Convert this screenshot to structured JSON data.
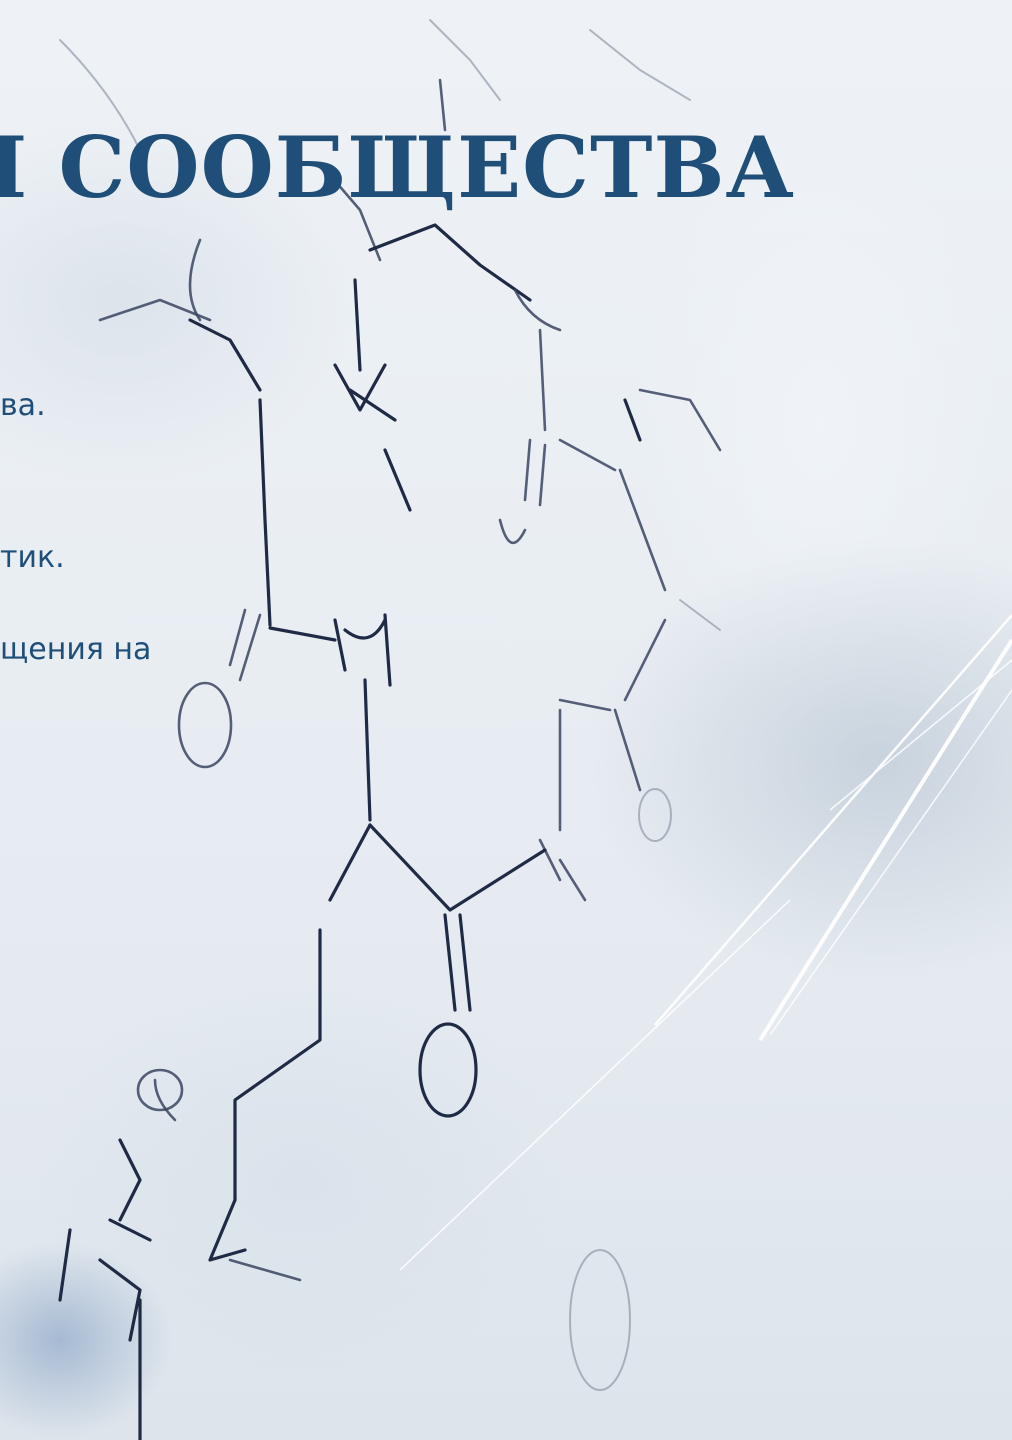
{
  "slide": {
    "title": "I СООБЩЕСТВА",
    "body_lines": [
      "ва.",
      "тик.",
      "щения на"
    ]
  },
  "colors": {
    "title": "#1f4e79",
    "body_text": "#1f4e79",
    "ink": "#1f2a44",
    "accent_lines": "#ffffff"
  }
}
